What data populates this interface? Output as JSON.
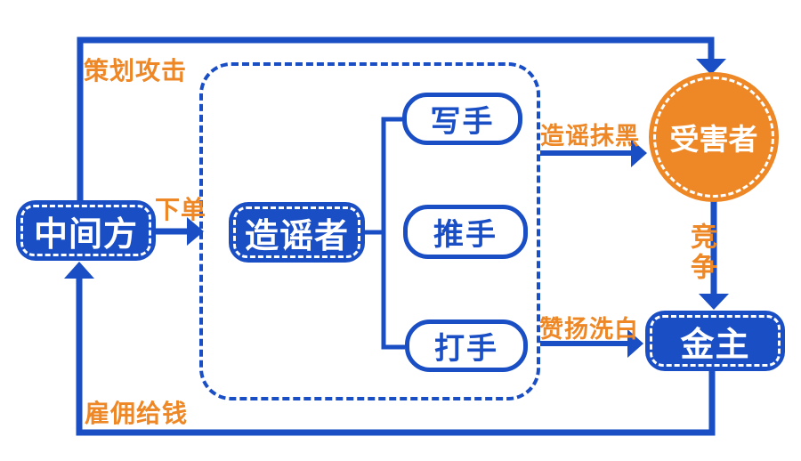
{
  "diagram": {
    "colors": {
      "blue": "#1a4ec5",
      "orange": "#ee8725",
      "background": "#ffffff"
    },
    "nodes": {
      "middleman": {
        "label": "中间方"
      },
      "rumormaker": {
        "label": "造谣者"
      },
      "writer": {
        "label": "写手"
      },
      "pusher": {
        "label": "推手"
      },
      "hitman": {
        "label": "打手"
      },
      "victim": {
        "label": "受害者"
      },
      "sponsor": {
        "label": "金主"
      }
    },
    "edges": {
      "plan_attack": {
        "label": "策划攻击",
        "from": "middleman",
        "to": "victim"
      },
      "place_order": {
        "label": "下单",
        "from": "middleman",
        "to": "rumormaker"
      },
      "smear": {
        "label": "造谣抹黑",
        "from": "writer",
        "to": "victim"
      },
      "compete": {
        "label": "竞争",
        "from": "victim",
        "to": "sponsor"
      },
      "whitewash": {
        "label": "赞扬洗白",
        "from": "hitman",
        "to": "sponsor"
      },
      "hire_pay": {
        "label": "雇佣给钱",
        "from": "sponsor",
        "to": "middleman"
      }
    }
  }
}
